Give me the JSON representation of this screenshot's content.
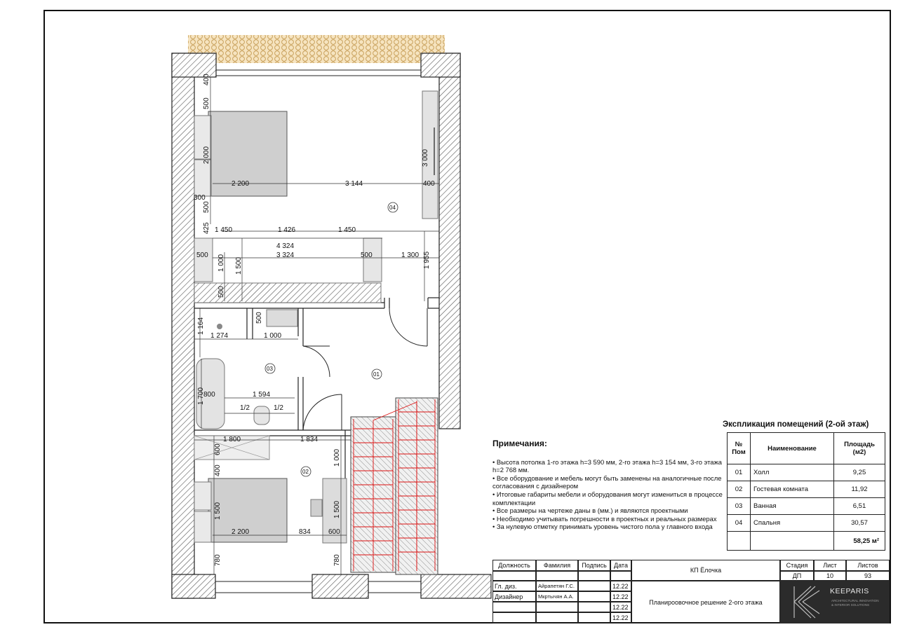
{
  "plan": {
    "dimensions": [
      "400",
      "500",
      "2 000",
      "2 200",
      "3 144",
      "3 000",
      "400",
      "300",
      "500",
      "425",
      "1 450",
      "1 426",
      "1 450",
      "4 324",
      "3 324",
      "500",
      "500",
      "1 000",
      "1 500",
      "1 300",
      "1 955",
      "500",
      "500",
      "1 164",
      "1 274",
      "1 000",
      "800",
      "1 700",
      "1 594",
      "1/2",
      "1/2",
      "1 800",
      "1 834",
      "600",
      "1 000",
      "400",
      "1 500",
      "1 500",
      "2 200",
      "834",
      "600",
      "780",
      "780"
    ],
    "rooms": [
      "04",
      "03",
      "01",
      "02"
    ]
  },
  "notes": {
    "title": "Примечания:",
    "items": [
      "Высота потолка 1-го этажа h=3 590 мм, 2-го этажа h=3 154 мм, 3-го этажа h=2 768 мм.",
      "Все оборудование и мебель могут быть заменены на аналогичные после согласования с дизайнером",
      "Итоговые габариты мебели и оборудования могут измениться в процессе комплектации",
      "Все размеры на чертеже даны в (мм.) и являются проектными",
      "Необходимо учитывать погрешности в проектных и реальных размерах",
      "За нулевую отметку принимать уровень чистого пола у главного входа"
    ]
  },
  "explication": {
    "title": "Экспликация помещений (2-ой этаж)",
    "headers": {
      "num": "№ Пом",
      "name": "Наименование",
      "area": "Площадь (м2)"
    },
    "rows": [
      {
        "num": "01",
        "name": "Холл",
        "area": "9,25"
      },
      {
        "num": "02",
        "name": "Гостевая комната",
        "area": "11,92"
      },
      {
        "num": "03",
        "name": "Ванная",
        "area": "6,51"
      },
      {
        "num": "04",
        "name": "Спальня",
        "area": "30,57"
      }
    ],
    "total": "58,25 м²"
  },
  "title_block": {
    "h_position": "Должность",
    "h_surname": "Фамилия",
    "h_signature": "Подпись",
    "h_date": "Дата",
    "project": "КП Ёлочка",
    "h_stage": "Стадия",
    "h_sheet": "Лист",
    "h_sheets": "Листов",
    "stage": "ДП",
    "sheet": "10",
    "sheets": "93",
    "role1": "Гл. диз.",
    "name1": "Айрапетян Г.С.",
    "role2": "Дизайнер",
    "name2": "Мкртычян А.А.",
    "dates": [
      "12.22",
      "12.22",
      "12.22",
      "12.22"
    ],
    "drawing_title": "Планироовочное решение 2-огo этажа",
    "logo": "KEEPARIS",
    "logo_sub": "ARCHITECTURAL INNOVATION & INTERIOR SOLUTIONS"
  }
}
